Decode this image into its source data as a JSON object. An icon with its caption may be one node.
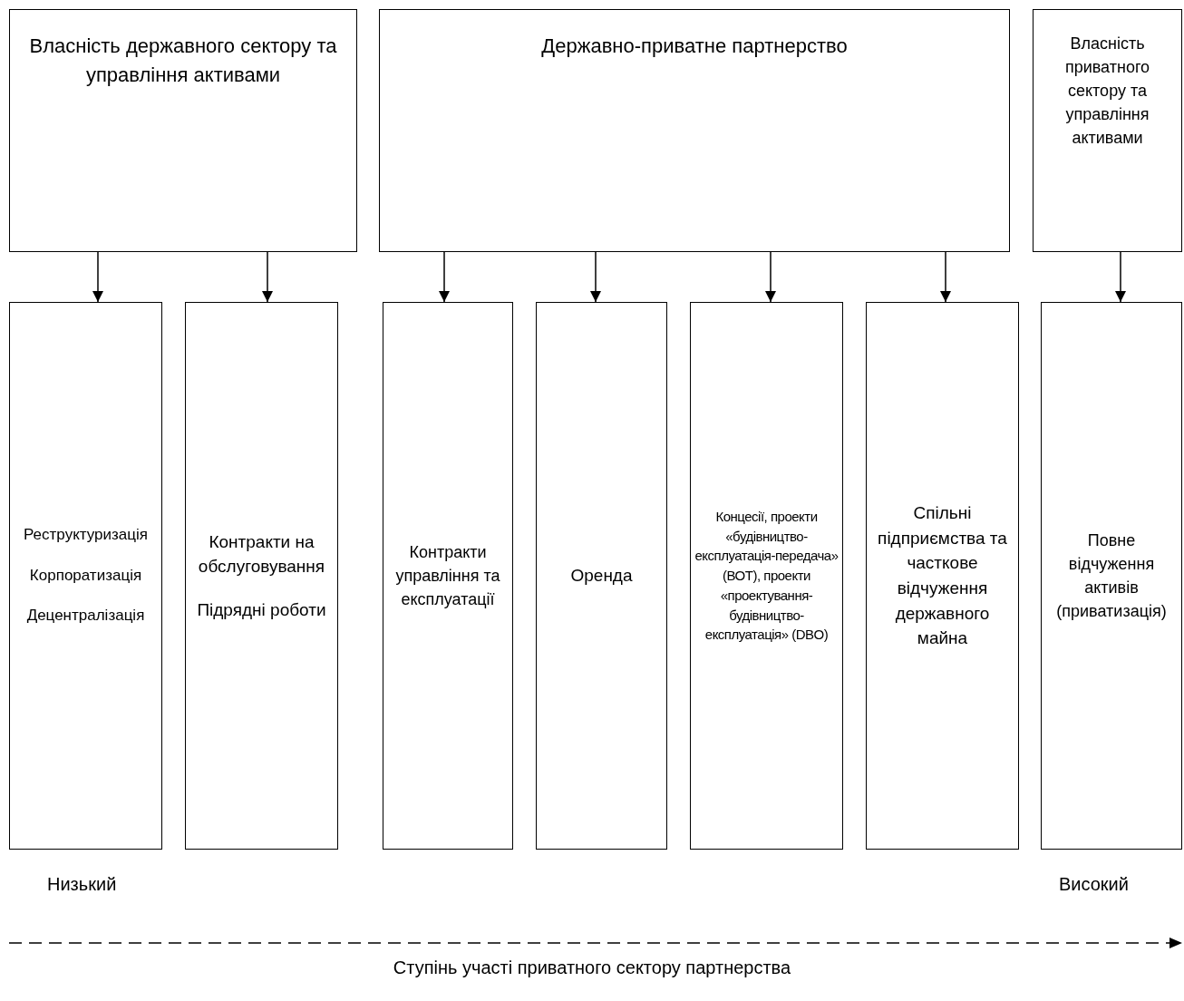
{
  "diagram": {
    "nodes": [
      {
        "text": [
          "Власність державного сектору та управління активами"
        ]
      },
      {
        "text": [
          "Державно-приватне партнерство"
        ]
      },
      {
        "text": [
          "Власність приватного сектору та управління активами"
        ]
      },
      {
        "text": [
          "Реструктуризація",
          "Корпоратизація",
          "Децентралізація"
        ]
      },
      {
        "text": [
          "Контракти на обслуговування",
          "Підрядні роботи"
        ]
      },
      {
        "text": [
          "Контракти управління та експлуатації"
        ]
      },
      {
        "text": [
          "Оренда"
        ]
      },
      {
        "text": [
          "Концесії, проекти «будівництво-експлуатація-передача» (ВОТ), проекти «проектування-будівництво-експлуатація» (DBO)"
        ]
      },
      {
        "text": [
          "Спільні підприємства та часткове відчуження державного майна"
        ]
      },
      {
        "text": [
          "Повне відчуження активів (приватизація)"
        ]
      }
    ],
    "edges": [
      {
        "from": 0,
        "to": 3,
        "arrow": "to"
      },
      {
        "from": 0,
        "to": 4,
        "arrow": "to"
      },
      {
        "from": 1,
        "to": 5,
        "arrow": "to"
      },
      {
        "from": 1,
        "to": 6,
        "arrow": "to"
      },
      {
        "from": 1,
        "to": 7,
        "arrow": "to"
      },
      {
        "from": 1,
        "to": 8,
        "arrow": "to"
      },
      {
        "from": 2,
        "to": 9,
        "arrow": "to"
      }
    ],
    "labels": [
      "Низький",
      "Високий",
      "Ступінь участі приватного сектору партнерства"
    ]
  }
}
